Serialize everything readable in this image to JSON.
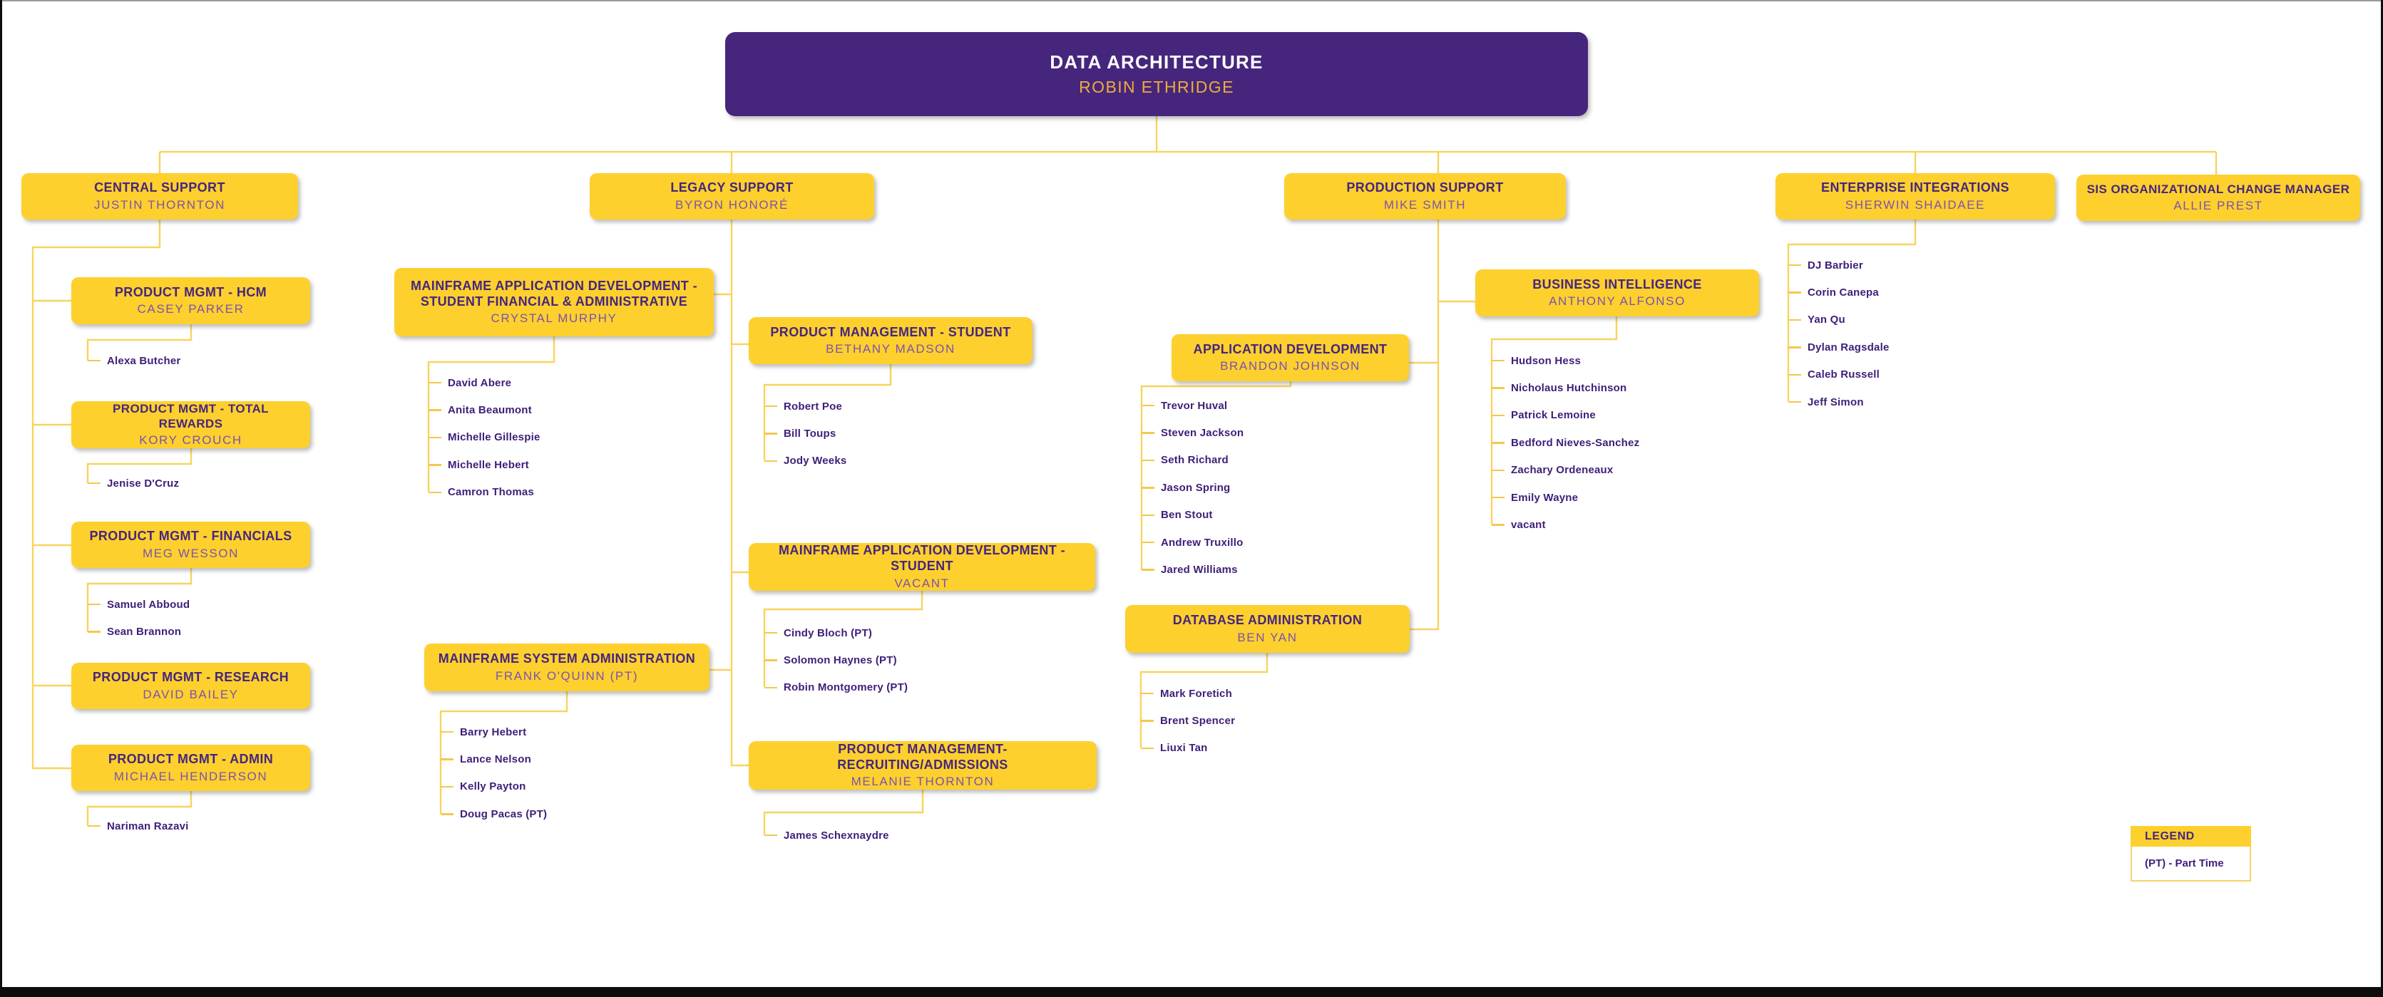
{
  "nodes": {
    "root": {
      "title": "DATA ARCHITECTURE",
      "manager": "ROBIN ETHRIDGE"
    },
    "central_support": {
      "title": "CENTRAL SUPPORT",
      "manager": "JUSTIN THORNTON"
    },
    "pm_hcm": {
      "title": "PRODUCT MGMT - HCM",
      "manager": "CASEY PARKER",
      "members": [
        "Alexa Butcher"
      ]
    },
    "pm_total_rewards": {
      "title": "PRODUCT MGMT - TOTAL REWARDS",
      "manager": "KORY CROUCH",
      "members": [
        "Jenise D'Cruz"
      ]
    },
    "pm_financials": {
      "title": "PRODUCT MGMT - FINANCIALS",
      "manager": "MEG WESSON",
      "members": [
        "Samuel Abboud",
        "Sean Brannon"
      ]
    },
    "pm_research": {
      "title": "PRODUCT MGMT - RESEARCH",
      "manager": "DAVID BAILEY",
      "members": []
    },
    "pm_admin": {
      "title": "PRODUCT MGMT - ADMIN",
      "manager": "MICHAEL HENDERSON",
      "members": [
        "Nariman Razavi"
      ]
    },
    "legacy_support": {
      "title": "LEGACY SUPPORT",
      "manager": "BYRON HONORÉ"
    },
    "mf_appdev_sfa": {
      "title": "MAINFRAME APPLICATION  DEVELOPMENT - STUDENT FINANCIAL & ADMINISTRATIVE",
      "manager": "CRYSTAL MURPHY",
      "members": [
        "David Abere",
        "Anita Beaumont",
        "Michelle Gillespie",
        "Michelle Hebert",
        "Camron Thomas"
      ]
    },
    "pm_student": {
      "title": "PRODUCT MANAGEMENT - STUDENT",
      "manager": "BETHANY MADSON",
      "members": [
        "Robert Poe",
        "Bill Toups",
        "Jody Weeks"
      ]
    },
    "mf_appdev_student": {
      "title": "MAINFRAME APPLICATION DEVELOPMENT - STUDENT",
      "manager": "VACANT",
      "members": [
        "Cindy Bloch (PT)",
        "Solomon Haynes (PT)",
        "Robin Montgomery (PT)"
      ]
    },
    "mf_sysadmin": {
      "title": "MAINFRAME SYSTEM ADMINISTRATION",
      "manager": "FRANK O'QUINN (PT)",
      "members": [
        "Barry Hebert",
        "Lance Nelson",
        "Kelly Payton",
        "Doug Pacas (PT)"
      ]
    },
    "pm_recruiting": {
      "title": "PRODUCT MANAGEMENT- RECRUITING/ADMISSIONS",
      "manager": "MELANIE THORNTON",
      "members": [
        "James Schexnaydre"
      ]
    },
    "production_support": {
      "title": "PRODUCTION SUPPORT",
      "manager": "MIKE SMITH"
    },
    "app_dev": {
      "title": "APPLICATION DEVELOPMENT",
      "manager": "BRANDON JOHNSON",
      "members": [
        "Trevor Huval",
        "Steven Jackson",
        "Seth Richard",
        "Jason Spring",
        "Ben Stout",
        "Andrew Truxillo",
        "Jared Williams"
      ]
    },
    "business_intelligence": {
      "title": "BUSINESS INTELLIGENCE",
      "manager": "ANTHONY ALFONSO",
      "members": [
        "Hudson Hess",
        "Nicholaus Hutchinson",
        "Patrick Lemoine",
        "Bedford Nieves-Sanchez",
        "Zachary Ordeneaux",
        "Emily Wayne",
        "vacant"
      ]
    },
    "database_admin": {
      "title": "DATABASE ADMINISTRATION",
      "manager": "BEN YAN",
      "members": [
        "Mark Foretich",
        "Brent Spencer",
        "Liuxi Tan"
      ]
    },
    "enterprise_integrations": {
      "title": "ENTERPRISE INTEGRATIONS",
      "manager": "SHERWIN SHAIDAEE",
      "members": [
        "DJ Barbier",
        "Corin Canepa",
        "Yan Qu",
        "Dylan Ragsdale",
        "Caleb Russell",
        "Jeff Simon"
      ]
    },
    "sis_ocm": {
      "title": "SIS ORGANIZATIONAL CHANGE MANAGER",
      "manager": "ALLIE PREST"
    }
  },
  "legend": {
    "header": "LEGEND",
    "entry": "(PT) - Part Time"
  },
  "colors": {
    "purple": "#46267D",
    "gold": "#FDD02E",
    "connector": "#F7D45F",
    "manager_text": "#7C52AC",
    "member_text": "#3F1E78",
    "root_manager_text": "#EFAC3E"
  }
}
